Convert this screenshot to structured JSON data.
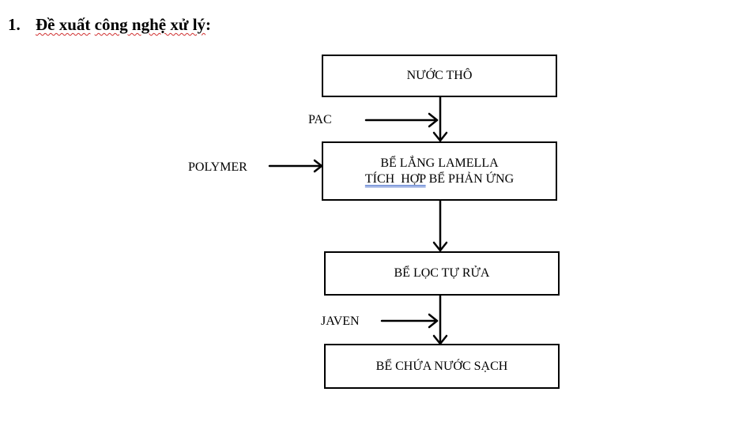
{
  "heading": {
    "number": "1.",
    "text_underlined_1": "Đề xuất",
    "text_plain_1": " ",
    "text_underlined_2": "công nghệ xử lý",
    "text_tail": ":"
  },
  "diagram": {
    "nodes": {
      "raw_water": {
        "label": "NƯỚC THÔ"
      },
      "lamella_tank": {
        "line1": "BỂ LẮNG LAMELLA",
        "line2_underlined": "TÍCH  HỢP",
        "line2_rest": " BỂ PHẢN ỨNG"
      },
      "filter_tank": {
        "label": "BỂ LỌC TỰ RỬA"
      },
      "clean_tank": {
        "label": "BỂ CHỨA NƯỚC SẠCH"
      }
    },
    "inputs": {
      "pac": "PAC",
      "polymer": "POLYMER",
      "javen": "JAVEN"
    },
    "colors": {
      "stroke": "#000000",
      "spellcheck_underline": "#d03030",
      "grammar_underline": "#3f67c9"
    }
  }
}
